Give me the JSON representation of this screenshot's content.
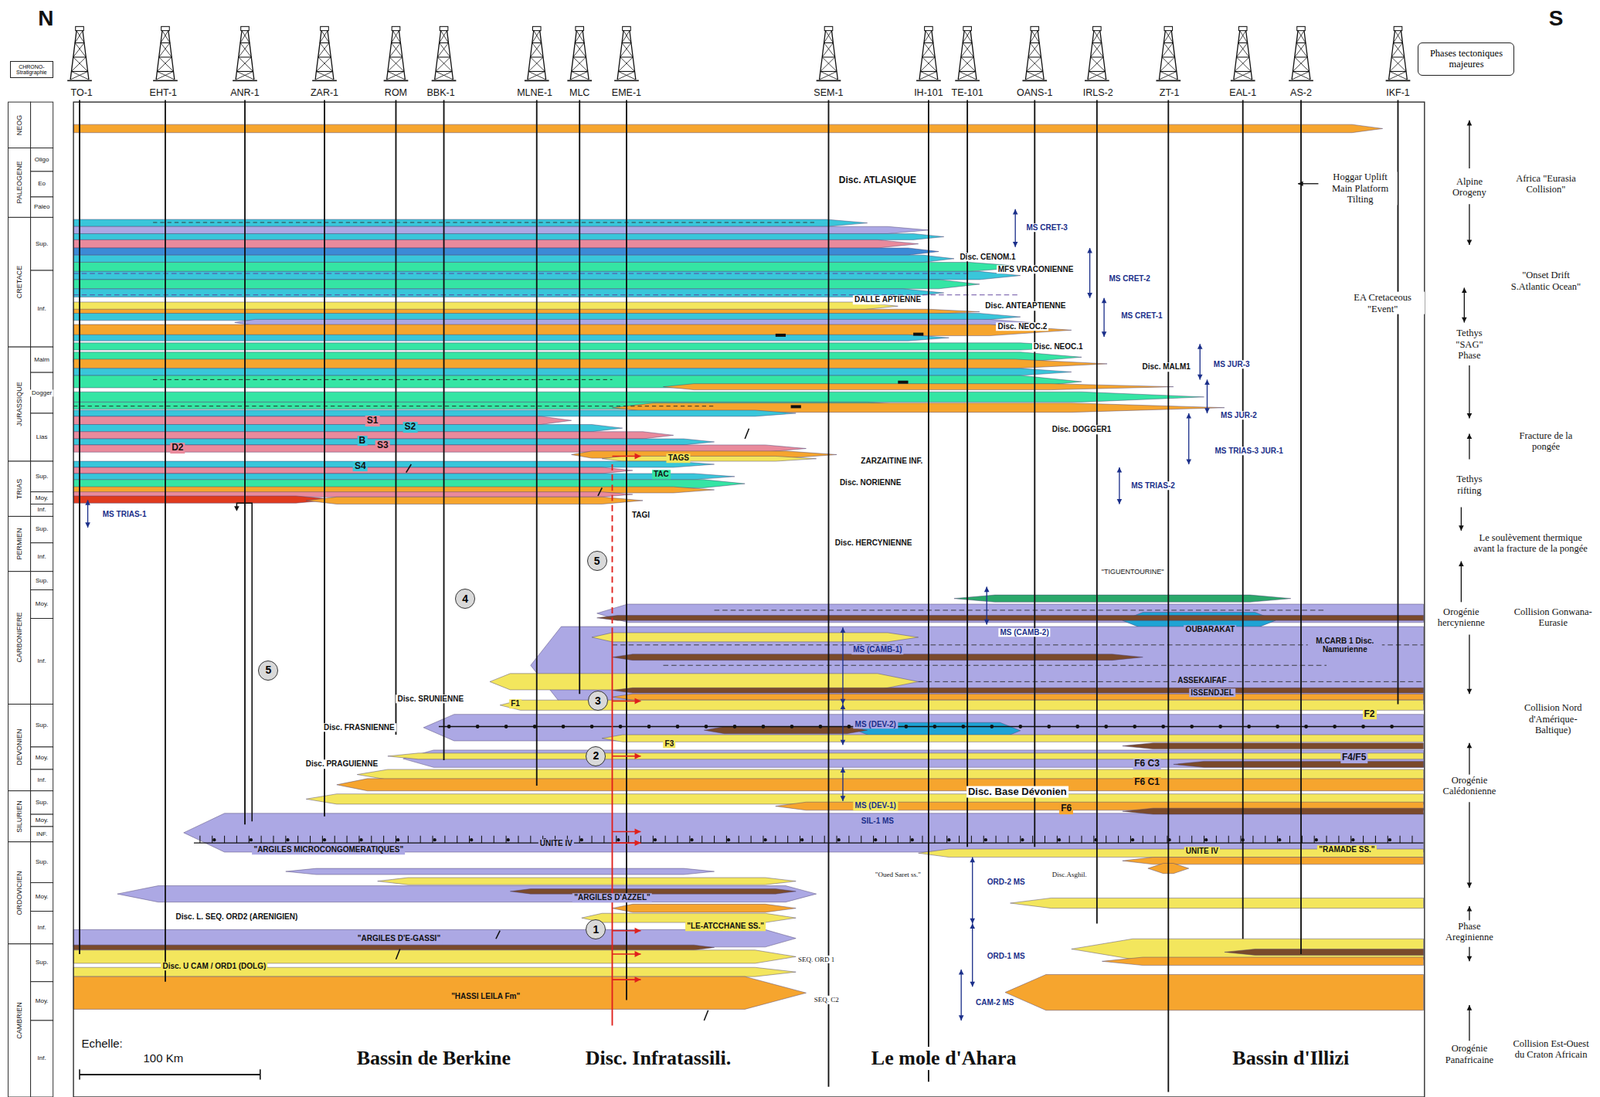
{
  "diagram": {
    "nodes": [
      {
        "text": [
          "CHRONO- Stratigraphie"
        ]
      },
      {
        "text": [
          "Phases tectoniques majeures"
        ]
      },
      {
        "text": [
          "5"
        ]
      },
      {
        "text": [
          "4"
        ]
      },
      {
        "text": [
          "5"
        ]
      },
      {
        "text": [
          "3"
        ]
      },
      {
        "text": [
          "2"
        ]
      },
      {
        "text": [
          "1"
        ]
      }
    ],
    "labels": [
      "N",
      "S",
      "TO-1",
      "EHT-1",
      "ANR-1",
      "ZAR-1",
      "ROM",
      "BBK-1",
      "MLNE-1",
      "MLC",
      "EME-1",
      "SEM-1",
      "IH-101",
      "TE-101",
      "OANS-1",
      "IRLS-2",
      "ZT-1",
      "EAL-1",
      "AS-2",
      "IKF-1",
      "NEOG",
      "PALEOGENE",
      "CRETACE",
      "JURASSIQUE",
      "TRIAS",
      "PERMIEN",
      "CARBONIFERE",
      "DEVONIEN",
      "SILURIEN",
      "ORDOVICIEN",
      "CAMBRIEN",
      "Oligo",
      "Eo",
      "Paleo",
      "Sup.",
      "Inf.",
      "Malm",
      "Dogger",
      "Lias",
      "Sup.",
      "Moy.",
      "Inf.",
      "Sup.",
      "Inf.",
      "Sup.",
      "Moy.",
      "Inf.",
      "Sup.",
      "Moy.",
      "Inf.",
      "Sup.",
      "Moy.",
      "INF.",
      "Sup.",
      "Moy.",
      "Inf.",
      "Sup.",
      "Moy.",
      "Inf.",
      "Alpine Orogeny",
      "Africa \"Eurasia Collision\"",
      "\"Onset Drift S.Atlantic Ocean\"",
      "Tethys \"SAG\" Phase",
      "Fracture de la pongée",
      "Tethys rifting",
      "Le soulèvement thermique avant la fracture de la pongée",
      "Orogénie hercynienne",
      "Collision Gonwana-Eurasie",
      "Collision Nord d'Amérique-Baltique)",
      "Orogénie Calédonienne",
      "Phase Areginienne",
      "Orogénie Panafricaine",
      "Collision Est-Ouest du Craton Africain",
      "Hoggar Uplift Main Platform Tilting",
      "EA Cretaceous \"Event\"",
      "Echelle:",
      "100 Km",
      "Bassin de Berkine",
      "Disc. Infratassili.",
      "Le mole d'Ahara",
      "Bassin d'Illizi",
      "Disc. ATLASIQUE",
      "MS CRET-3",
      "Disc. CENOM.1",
      "MFS VRACONIENNE",
      "MS CRET-2",
      "DALLE APTIENNE",
      "Disc. ANTEAPTIENNE",
      "MS CRET-1",
      "Disc. NEOC.2",
      "Disc. NEOC.1",
      "Disc. MALM1",
      "MS JUR-3",
      "MS JUR-2",
      "MS TRIAS-3 JUR-1",
      "Disc. DOGGER1",
      "S1",
      "S2",
      "B",
      "S3",
      "D2",
      "S4",
      "TAGS",
      "ZARZAITINE INF.",
      "TAC",
      "Disc. NORIENNE",
      "MS TRIAS-2",
      "MS TRIAS-1",
      "TAGI",
      "Disc. HERCYNIENNE",
      "\"TIGUENTOURINE\"",
      "OUBARAKAT",
      "MS (CAMB-2)",
      "M.CARB 1 Disc. Namurienne",
      "MS (CAMB-1)",
      "ASSEKAIFAF",
      "ISSENDJEL",
      "Disc. SRUNIENNE",
      "F1",
      "F2",
      "Disc. FRASNIENNE",
      "MS (DEV-2)",
      "F3",
      "Disc. PRAGUIENNE",
      "F4/F5",
      "F6 C3",
      "F6 C1",
      "Disc. Base Dévonien",
      "F6",
      "MS (DEV-1)",
      "SIL-1 MS",
      "\"ARGILES MICROCONGOMERATIQUES\"",
      "UNITE IV",
      "UNITE IV",
      "\"RAMADE SS.\"",
      "\"Oued Saret ss.\"",
      "Disc.Asghil.",
      "ORD-2 MS",
      "\"ARGILES D'AZZEL\"",
      "Disc. L. SEQ. ORD2 (ARENIGIEN)",
      "\"LE-ATCCHANE SS.\"",
      "\"ARGILES D'E-GASSI\"",
      "ORD-1 MS",
      "SEQ. ORD 1",
      "Disc. U CAM / ORD1 (DOLG)",
      "\"HASSI LEILA Fm\"",
      "SEQ. C2",
      "CAM-2 MS"
    ]
  }
}
